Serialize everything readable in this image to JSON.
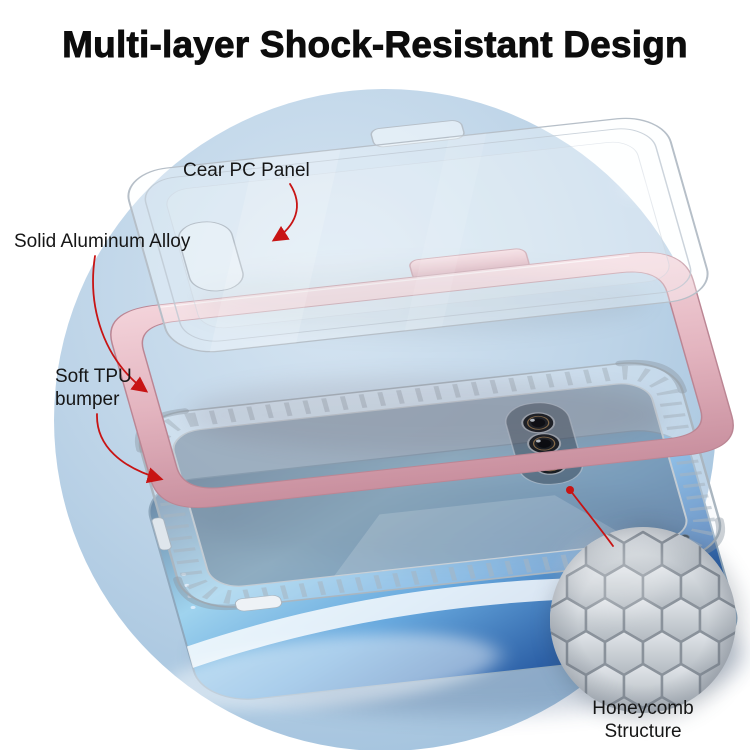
{
  "title": "Multi-layer Shock-Resistant Design",
  "callouts": {
    "pc_panel": {
      "label": "Cear PC Panel"
    },
    "aluminum": {
      "label": "Solid Aluminum Alloy"
    },
    "tpu": {
      "label_line1": "Soft TPU",
      "label_line2": "bumper"
    },
    "honeycomb": {
      "label_line1": "Honeycomb",
      "label_line2": "Structure"
    }
  },
  "colors": {
    "accent_red": "#c81414",
    "frame_pink": "#e3b4bf",
    "background_circle_blue": "#b9d1e6",
    "phone_screen_cyan": "#9fd3ee",
    "phone_screen_deep_blue": "#2e62a8",
    "honeycomb_gray": "#cdd2d7",
    "title_text": "#0d0d0d",
    "label_text": "#161616"
  }
}
